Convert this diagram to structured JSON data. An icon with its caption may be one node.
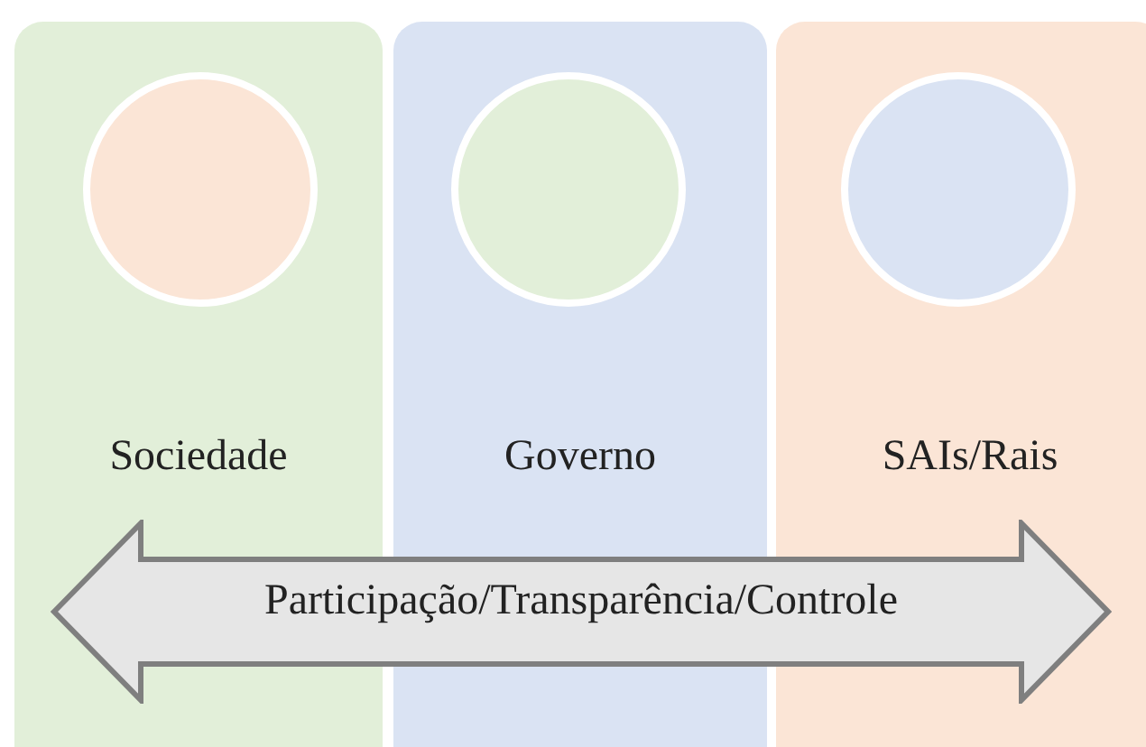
{
  "diagram": {
    "nodes": [
      {
        "text": [
          "Sociedade"
        ]
      },
      {
        "text": [],
        "shape": "circle",
        "in": 0
      },
      {
        "text": [
          "Governo"
        ]
      },
      {
        "text": [],
        "shape": "circle",
        "in": 2
      },
      {
        "text": [
          "SAIs/Rais"
        ]
      },
      {
        "text": [],
        "shape": "circle",
        "in": 4
      },
      {
        "text": [
          "Participação/Transparência/Controle"
        ]
      }
    ],
    "edges": []
  }
}
